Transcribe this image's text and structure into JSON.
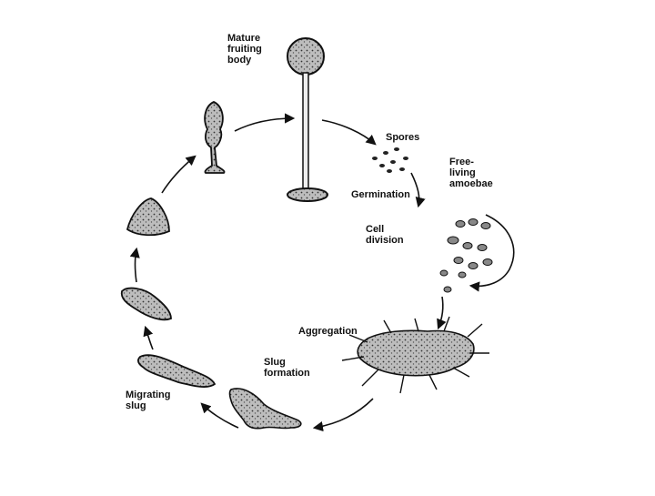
{
  "diagram": {
    "stages": {
      "mature_fruiting_body": {
        "line1": "Mature",
        "line2": "fruiting",
        "line3": "body"
      },
      "spores": {
        "text": "Spores"
      },
      "germination": {
        "text": "Germination"
      },
      "free_living_amoebae": {
        "line1": "Free-",
        "line2": "living",
        "line3": "amoebae"
      },
      "cell_division": {
        "line1": "Cell",
        "line2": "division"
      },
      "aggregation": {
        "text": "Aggregation"
      },
      "slug_formation": {
        "line1": "Slug",
        "line2": "formation"
      },
      "migrating_slug": {
        "line1": "Migrating",
        "line2": "slug"
      }
    },
    "ink_color": "#111111",
    "fill_color": "#9a9a9a"
  }
}
